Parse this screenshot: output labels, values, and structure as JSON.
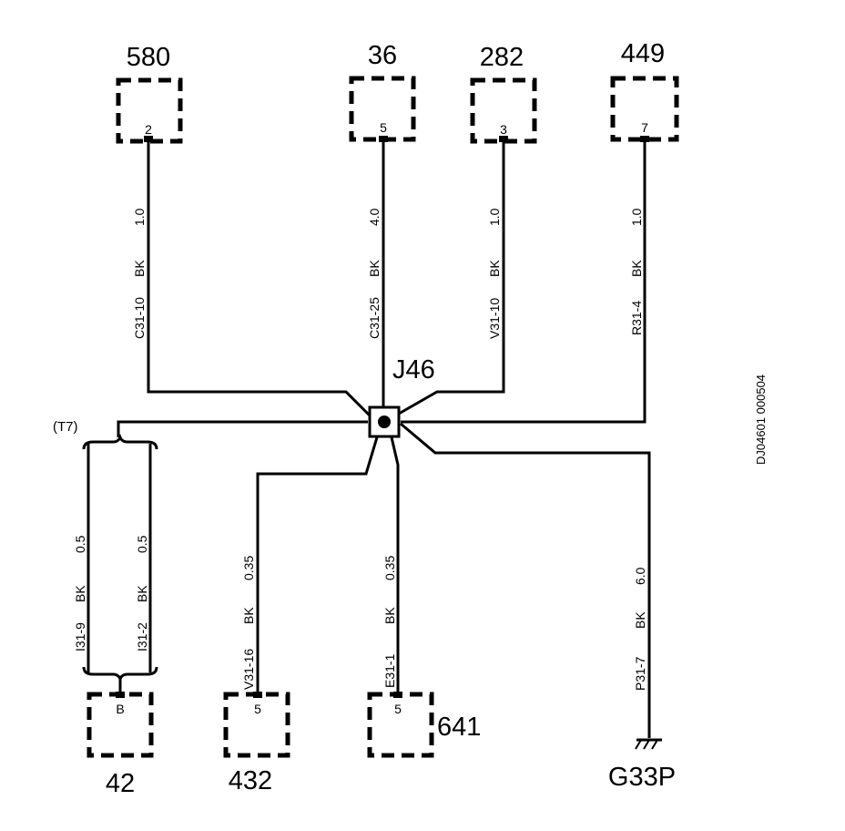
{
  "diagram_id": "DJ04601 000504",
  "splice": {
    "label": "J46"
  },
  "ground": {
    "label": "G33P"
  },
  "harness_tag": "(T7)",
  "connectors": [
    {
      "number": "580",
      "pin": "2",
      "wire": {
        "id": "C31-10",
        "color": "BK",
        "size": "1.0"
      }
    },
    {
      "number": "36",
      "pin": "5",
      "wire": {
        "id": "C31-25",
        "color": "BK",
        "size": "4.0"
      }
    },
    {
      "number": "282",
      "pin": "3",
      "wire": {
        "id": "V31-10",
        "color": "BK",
        "size": "1.0"
      }
    },
    {
      "number": "449",
      "pin": "7",
      "wire": {
        "id": "R31-4",
        "color": "BK",
        "size": "1.0"
      }
    },
    {
      "number": "42",
      "pin": "B",
      "wires": [
        {
          "id": "I31-9",
          "color": "BK",
          "size": "0.5"
        },
        {
          "id": "I31-2",
          "color": "BK",
          "size": "0.5"
        }
      ]
    },
    {
      "number": "432",
      "pin": "5",
      "wire": {
        "id": "V31-16",
        "color": "BK",
        "size": "0.35"
      }
    },
    {
      "number": "641",
      "pin": "5",
      "wire": {
        "id": "E31-1",
        "color": "BK",
        "size": "0.35"
      }
    }
  ],
  "ground_wire": {
    "id": "P31-7",
    "color": "BK",
    "size": "6.0"
  }
}
